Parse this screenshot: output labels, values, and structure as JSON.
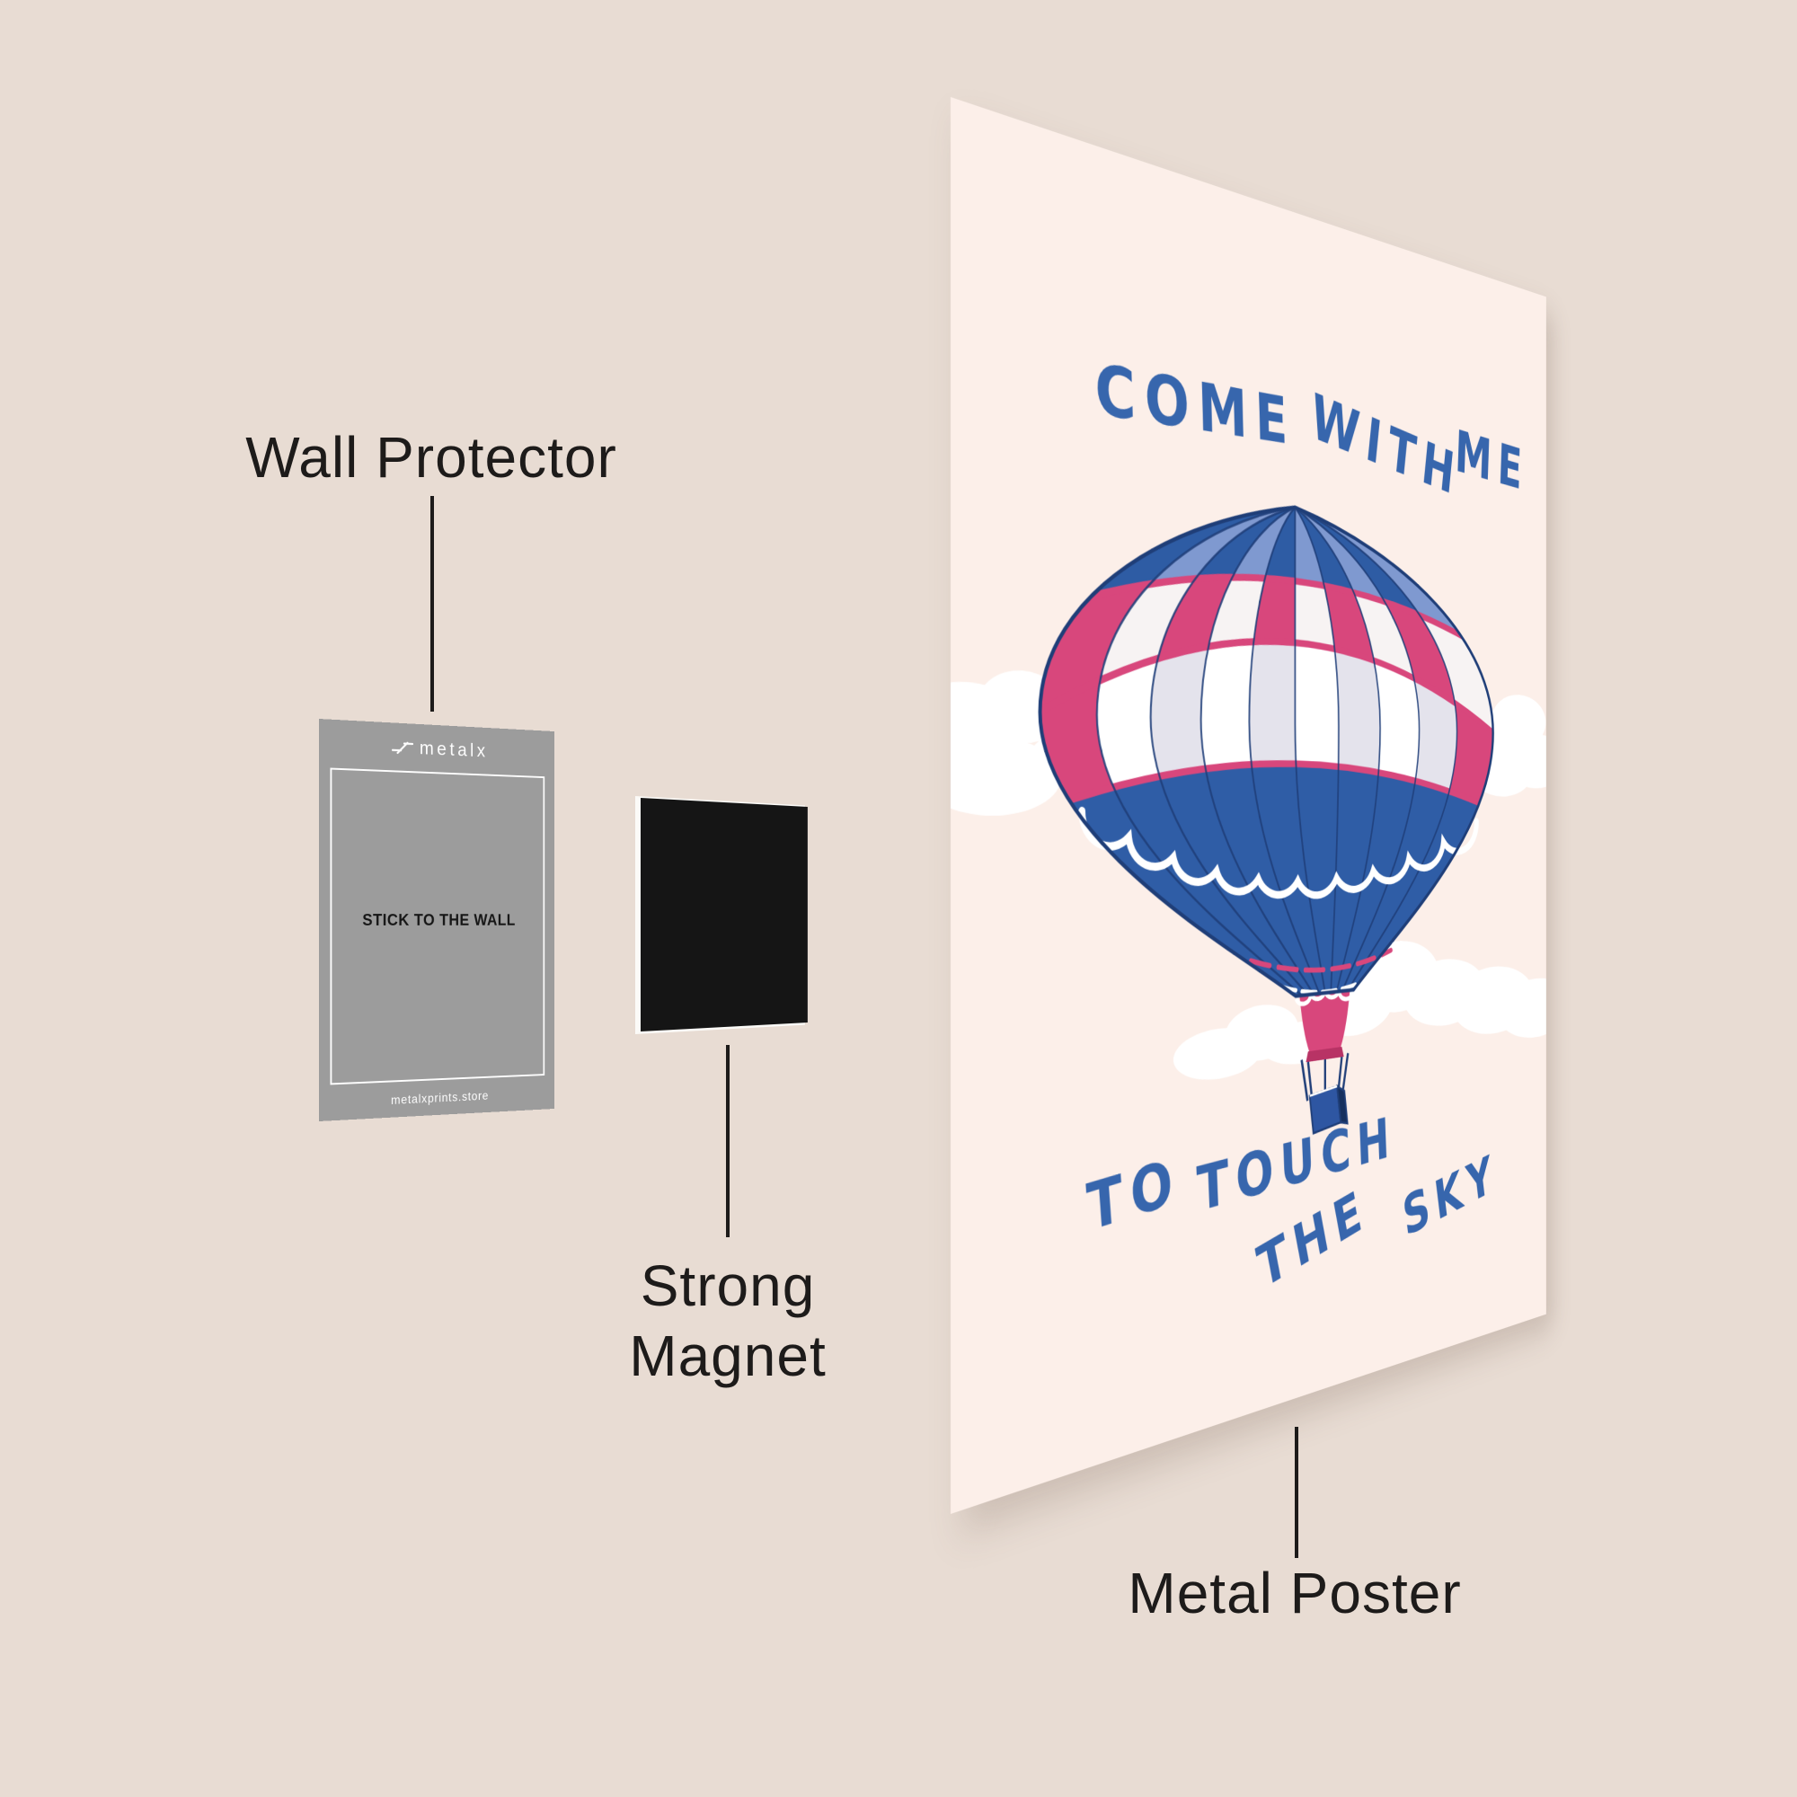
{
  "scene": {
    "background_color": "#e8dcd3",
    "wall_protector": {
      "label": "Wall Protector",
      "card": {
        "brand": "metalx",
        "center_text": "STICK TO THE WALL",
        "footer": "metalxprints.store",
        "color": "#9c9c9c"
      }
    },
    "magnet": {
      "label_line1": "Strong",
      "label_line2": "Magnet",
      "color": "#151515"
    },
    "poster": {
      "label": "Metal Poster",
      "background": "#fcefe9",
      "title_words": [
        "COME",
        "WITH",
        "ME"
      ],
      "bottom_words": [
        "TO",
        "TOUCH",
        "THE",
        "SKY"
      ],
      "crayon_color": "#3766ad",
      "balloon_colors": {
        "blue": "#2f5da6",
        "dark_blue": "#2e5ca4",
        "light_blue": "#7f99d0",
        "pink": "#d8477c",
        "dark_pink": "#b83365",
        "navy": "#1f3e78",
        "white": "#ffffff",
        "lavender": "#e4e3ec",
        "basket_blue": "#2e56a2",
        "basket_dark": "#16305e"
      }
    }
  }
}
